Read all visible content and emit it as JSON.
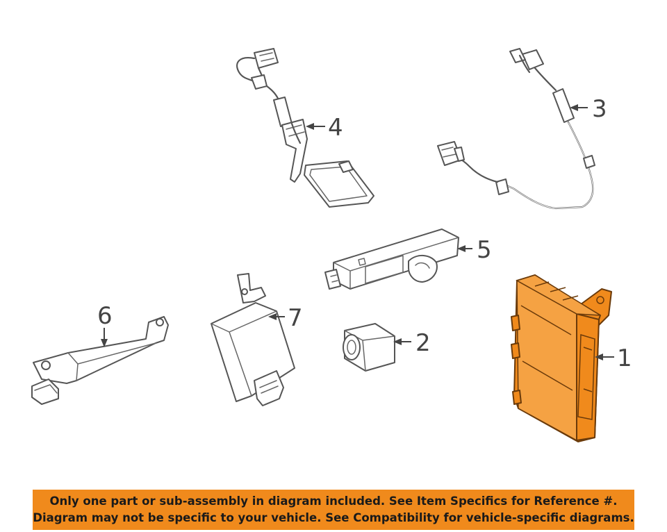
{
  "parts": [
    {
      "callout": "1",
      "name": "control module",
      "highlighted": true
    },
    {
      "callout": "2",
      "name": "small sensor block",
      "highlighted": false
    },
    {
      "callout": "3",
      "name": "wire harness antenna",
      "highlighted": false
    },
    {
      "callout": "4",
      "name": "loop antenna with harness",
      "highlighted": false
    },
    {
      "callout": "5",
      "name": "bar antenna",
      "highlighted": false
    },
    {
      "callout": "6",
      "name": "handle bracket antenna",
      "highlighted": false
    },
    {
      "callout": "7",
      "name": "receiver module",
      "highlighted": false
    }
  ],
  "colors": {
    "highlight": "#f08a1c",
    "banner": "#f08a1c",
    "line": "#555555"
  },
  "banner": {
    "line1": "Only one part or sub-assembly in diagram included. See Item Specifics for Reference #.",
    "line2": "Diagram may not be specific to your vehicle. See Compatibility for vehicle-specific diagrams."
  }
}
